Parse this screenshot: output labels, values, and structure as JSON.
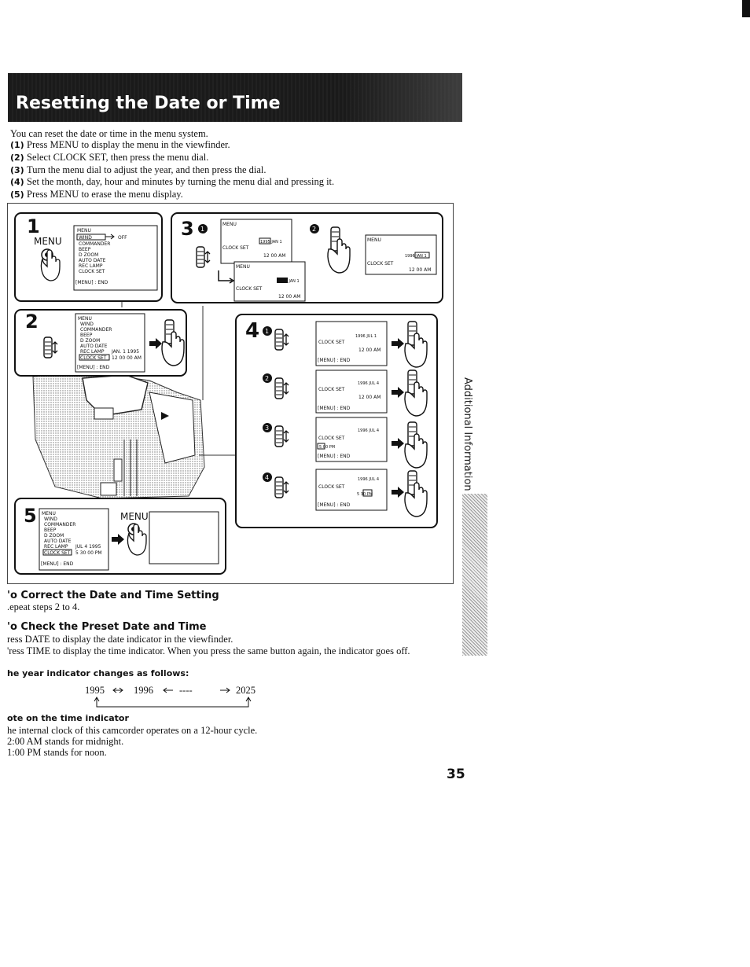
{
  "title": "Resetting the Date or Time",
  "intro": "You can reset the date or time in the menu system.",
  "steps": [
    {
      "num": "(1)",
      "text": "Press MENU to display the menu in the viewfinder."
    },
    {
      "num": "(2)",
      "text": "Select CLOCK SET, then press the menu dial."
    },
    {
      "num": "(3)",
      "text": "Turn the menu dial to adjust the year, and then press the dial."
    },
    {
      "num": "(4)",
      "text": "Set the month, day, hour and minutes by turning the menu dial and pressing it."
    },
    {
      "num": "(5)",
      "text": "Press MENU to erase the menu display."
    }
  ],
  "figure": {
    "panel1": {
      "number": "1",
      "button_label": "MENU",
      "menu_lines": [
        "MENU",
        "WIND",
        "COMMANDER",
        "BEEP",
        "D ZOOM",
        "AUTO DATE",
        "REC LAMP",
        "CLOCK SET",
        "[MENU] : END"
      ],
      "wind_value": "OFF"
    },
    "panel2": {
      "number": "2",
      "menu_lines": [
        "MENU",
        "WIND",
        "COMMANDER",
        "BEEP",
        "D ZOOM",
        "AUTO DATE",
        "REC LAMP",
        "CLOCK SET",
        "[MENU] : END"
      ],
      "date_value": "JAN. 1 1995",
      "time_value": "12 00 00 AM"
    },
    "panel3": {
      "number": "3",
      "screen_a": {
        "header": "MENU",
        "label": "CLOCK SET",
        "date": "1995 JAN 1",
        "time": "12 00 AM"
      },
      "screen_b": {
        "header": "MENU",
        "label": "CLOCK SET",
        "date": "1996 JAN 1",
        "time": "12 00 AM"
      },
      "screen_c": {
        "header": "MENU",
        "label": "CLOCK SET",
        "date": "1996 JAN 1",
        "time": "12 00 AM"
      }
    },
    "panel4": {
      "number": "4",
      "screens": [
        {
          "label": "CLOCK SET",
          "date": "1996 JUL 1",
          "time": "12 00 AM",
          "end": "[MENU] : END"
        },
        {
          "label": "CLOCK SET",
          "date": "1996 JUL 4",
          "time": "12 00 AM",
          "end": "[MENU] : END"
        },
        {
          "label": "CLOCK SET",
          "date": "1996 JUL 4",
          "time": "5 00 PM",
          "end": "[MENU] : END"
        },
        {
          "label": "CLOCK SET",
          "date": "1996 JUL 4",
          "time": "5 30 PM",
          "end": "[MENU] : END"
        }
      ]
    },
    "panel5": {
      "number": "5",
      "button_label": "MENU",
      "menu_lines": [
        "MENU",
        "WIND",
        "COMMANDER",
        "BEEP",
        "D ZOOM",
        "AUTO DATE",
        "REC LAMP",
        "CLOCK SET",
        "[MENU] : END"
      ],
      "date_value": "JUL 4 1995",
      "time_value": "5 30 00 PM"
    }
  },
  "correct": {
    "heading": "'o Correct the Date and Time Setting",
    "text": ".epeat steps 2 to 4."
  },
  "check": {
    "heading": "'o Check the Preset Date and Time",
    "line1": "ress DATE to display the date indicator in the viewfinder.",
    "line2": "'ress TIME to display the time indicator. When you press the same button again, the indicator goes off."
  },
  "year": {
    "heading": "he year indicator changes as follows:",
    "y1": "1995",
    "y2": "1996",
    "dashes": "----",
    "y3": "2025"
  },
  "note": {
    "heading": "ote on the time indicator",
    "line1": "he internal clock of this camcorder operates on a 12-hour cycle.",
    "line2": "2:00 AM stands for midnight.",
    "line3": "1:00 PM stands for noon."
  },
  "side_label": "Additional Information",
  "page_number": "35"
}
